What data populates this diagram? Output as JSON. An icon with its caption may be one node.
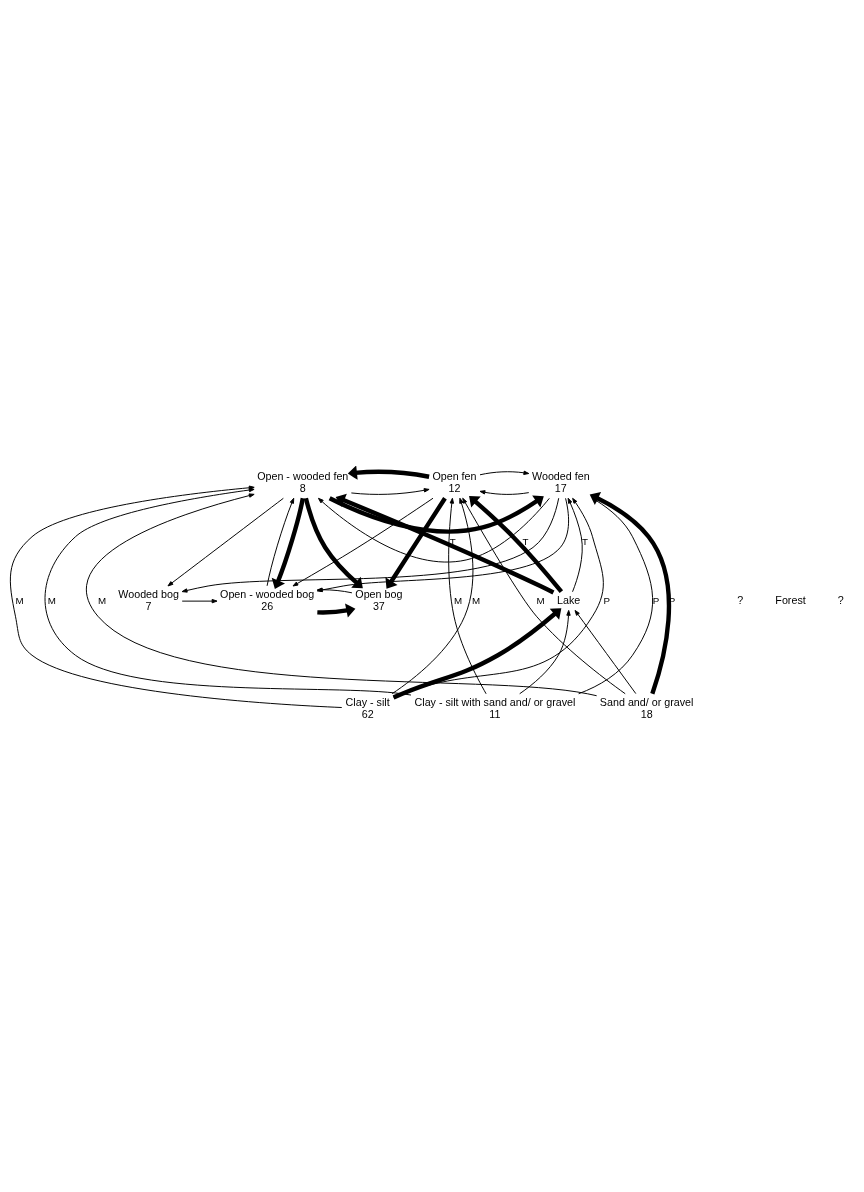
{
  "diagram": {
    "nodes": [
      {
        "text": [
          "Open - wooded bog",
          "26"
        ]
      },
      {
        "text": [
          "Open bog",
          "37"
        ]
      },
      {
        "text": [
          "Wooded bog",
          "7"
        ]
      },
      {
        "text": [
          "Open fen",
          "12"
        ]
      },
      {
        "text": [
          "Open - wooded fen",
          "8"
        ]
      },
      {
        "text": [
          "Wooded fen",
          "17"
        ]
      },
      {
        "text": [
          "Lake"
        ]
      },
      {
        "text": [
          "Clay - silt",
          "62"
        ]
      },
      {
        "text": [
          "Clay - silt with sand and/ or gravel",
          "11"
        ]
      },
      {
        "text": [
          "Sand and/ or gravel",
          "18"
        ]
      }
    ],
    "edges": [
      {
        "from": 1,
        "to": 0,
        "arrow": "to"
      },
      {
        "from": 0,
        "to": 1,
        "arrow": "to",
        "style": "thick"
      },
      {
        "from": 2,
        "to": 0,
        "arrow": "to"
      },
      {
        "from": 3,
        "to": 1,
        "arrow": "to",
        "style": "thick"
      },
      {
        "from": 4,
        "to": 1,
        "arrow": "to",
        "style": "thick"
      },
      {
        "from": 3,
        "to": 0,
        "arrow": "to"
      },
      {
        "from": 4,
        "to": 0,
        "arrow": "to",
        "style": "thick"
      },
      {
        "from": 0,
        "to": 4,
        "arrow": "to"
      },
      {
        "from": 5,
        "to": 0,
        "arrow": "to"
      },
      {
        "from": 4,
        "to": 2,
        "arrow": "to"
      },
      {
        "from": 5,
        "to": 2,
        "arrow": "to"
      },
      {
        "from": 3,
        "to": 5,
        "arrow": "to"
      },
      {
        "from": 5,
        "to": 3,
        "arrow": "to"
      },
      {
        "from": 3,
        "to": 4,
        "arrow": "to",
        "style": "thick"
      },
      {
        "from": 4,
        "to": 3,
        "arrow": "to"
      },
      {
        "from": 4,
        "to": 5,
        "arrow": "to",
        "style": "thick"
      },
      {
        "from": 5,
        "to": 4,
        "arrow": "to"
      },
      {
        "from": 6,
        "to": 3,
        "arrow": "to",
        "style": "thick",
        "label": "T"
      },
      {
        "from": 6,
        "to": 4,
        "arrow": "to",
        "style": "thick",
        "label": "T"
      },
      {
        "from": 6,
        "to": 5,
        "arrow": "to",
        "label": "T"
      },
      {
        "from": 7,
        "to": 6,
        "arrow": "to",
        "style": "thick"
      },
      {
        "from": 7,
        "to": 3,
        "arrow": "to",
        "label": "M"
      },
      {
        "from": 7,
        "to": 4,
        "arrow": "to",
        "label": "M"
      },
      {
        "from": 7,
        "to": 5,
        "arrow": "to",
        "label": "P"
      },
      {
        "from": 8,
        "to": 3,
        "arrow": "to",
        "label": "M"
      },
      {
        "from": 8,
        "to": 6,
        "arrow": "to"
      },
      {
        "from": 8,
        "to": 4,
        "arrow": "to",
        "label": "M"
      },
      {
        "from": 8,
        "to": 5,
        "arrow": "to",
        "label": "P"
      },
      {
        "from": 9,
        "to": 3,
        "arrow": "to",
        "label": "M"
      },
      {
        "from": 9,
        "to": 6,
        "arrow": "to"
      },
      {
        "from": 9,
        "to": 4,
        "arrow": "to",
        "label": "M"
      },
      {
        "from": 9,
        "to": 5,
        "arrow": "to",
        "style": "thick",
        "label": "P"
      }
    ],
    "labels": [
      "?",
      "Forest",
      "?"
    ]
  }
}
